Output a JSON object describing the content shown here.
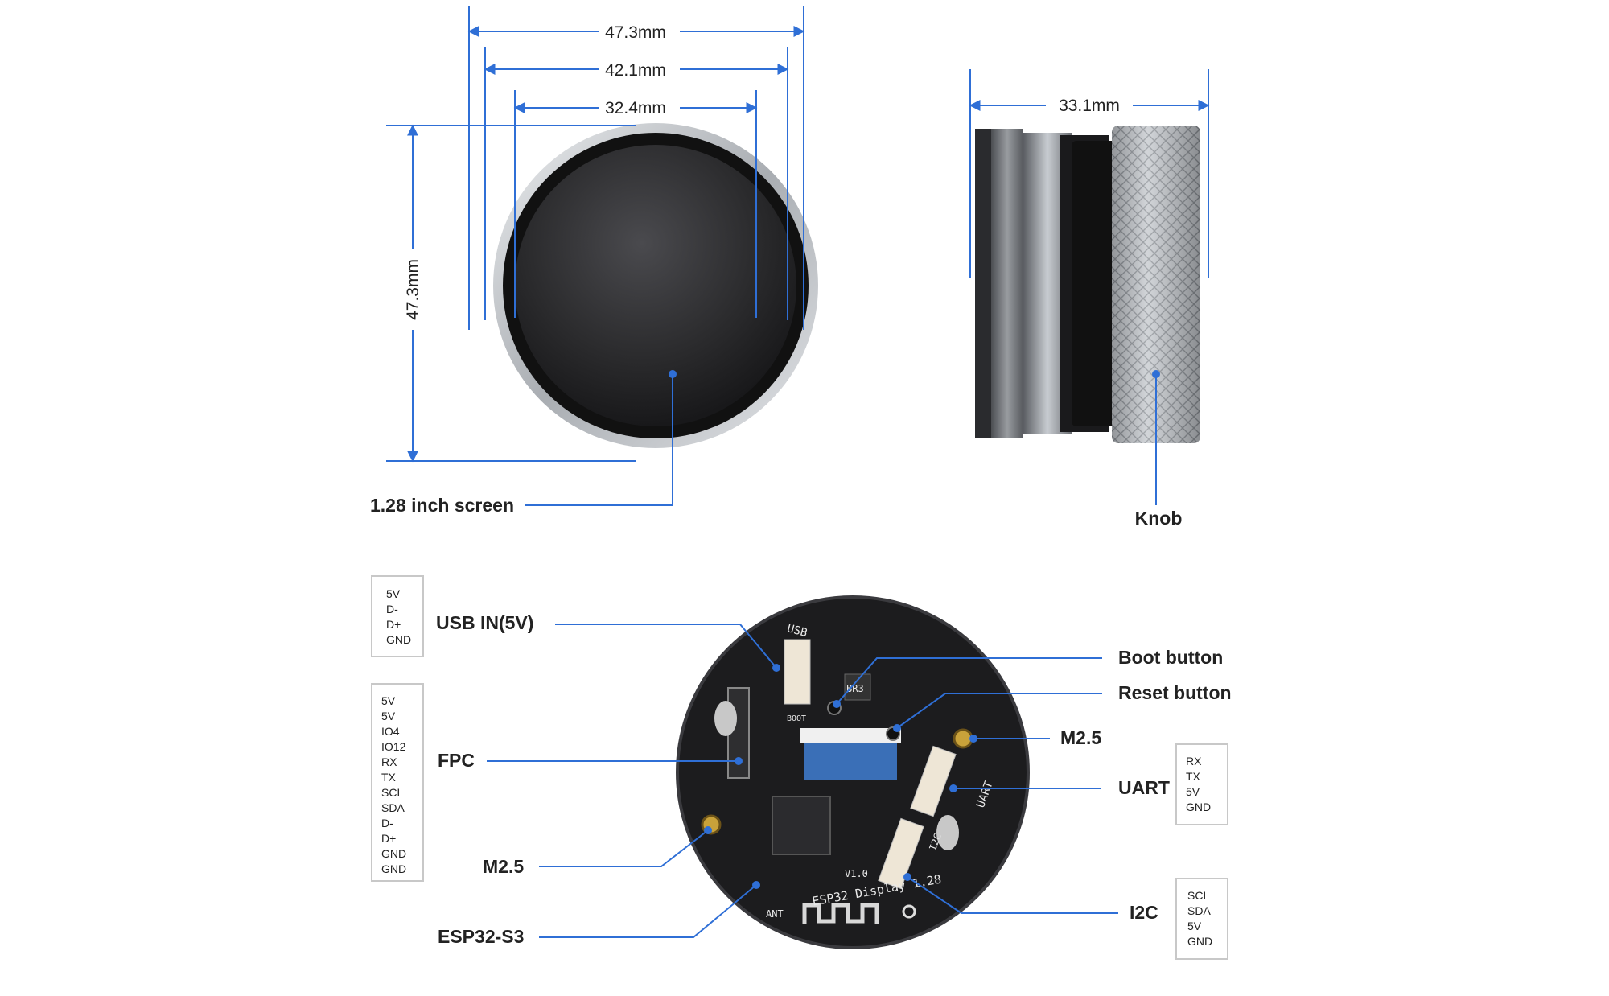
{
  "colors": {
    "dimension_line": "#2f6fd6",
    "callout_line": "#2f6fd6",
    "text": "#222222",
    "pcb": "#1c1c1e",
    "bezel": "#c9ccd0",
    "screen": "#2a2a2c",
    "knob": "#bfc3c8"
  },
  "dimensions": {
    "outer_width": "47.3mm",
    "bezel_width": "42.1mm",
    "screen_width": "32.4mm",
    "height": "47.3mm",
    "side_depth": "33.1mm"
  },
  "callouts": {
    "screen": "1.28 inch screen",
    "knob": "Knob",
    "usb_in": "USB IN(5V)",
    "fpc": "FPC",
    "m25_left": "M2.5",
    "esp32": "ESP32-S3",
    "boot": "Boot button",
    "reset": "Reset button",
    "m25_right": "M2.5",
    "uart": "UART",
    "i2c": "I2C"
  },
  "pin_tables": {
    "usb": [
      "5V",
      "D-",
      "D+",
      "GND"
    ],
    "fpc": [
      "5V",
      "5V",
      "IO4",
      "IO12",
      "RX",
      "TX",
      "SCL",
      "SDA",
      "D-",
      "D+",
      "GND",
      "GND"
    ],
    "uart": [
      "RX",
      "TX",
      "5V",
      "GND"
    ],
    "i2c": [
      "SCL",
      "SDA",
      "5V",
      "GND"
    ]
  },
  "pcb_silkscreen": {
    "usb": "USB",
    "uart": "UART",
    "i2c": "I2C",
    "board": "ESP32 Display 1.28",
    "version": "V1.0",
    "antenna": "ANT",
    "boot": "BOOT",
    "chip": "BR3"
  }
}
